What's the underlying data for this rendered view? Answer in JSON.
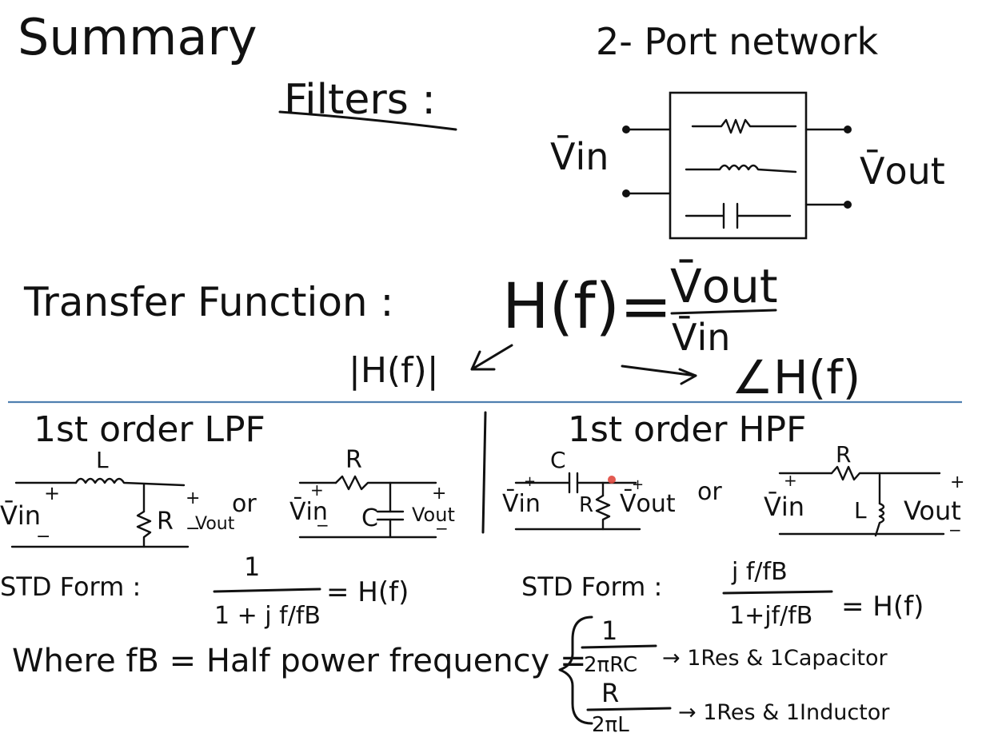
{
  "top": {
    "summary": "Summary",
    "filters": "Filters :",
    "two_port_title": "2- Port network",
    "v_in": "V̄in",
    "v_out": "V̄out"
  },
  "transfer": {
    "label": "Transfer Function :",
    "h": "H(f)=",
    "numerator": "V̄out",
    "denominator": "V̄in",
    "magnitude": "|H(f)|",
    "phase": "∠H(f)"
  },
  "lpf": {
    "title": "1st order LPF",
    "rl": {
      "L": "L",
      "R": "R",
      "plus1": "+",
      "plus2": "+",
      "minus1": "−",
      "minus2": "−",
      "vin": "V̄in",
      "vout": "Vout"
    },
    "or": "or",
    "rc": {
      "R": "R",
      "C": "C",
      "plus1": "+",
      "plus2": "+",
      "minus1": "−",
      "minus2": "−",
      "vin": "V̄in",
      "vout": "Vout"
    },
    "std_label": "STD Form :",
    "std_num": "1",
    "std_den": "1 + j f/fB",
    "std_eq": "= H(f)"
  },
  "hpf": {
    "title": "1st order HPF",
    "rc": {
      "C": "C",
      "R": "R",
      "plus1": "+",
      "plus2": "+",
      "vin": "V̄in",
      "vout": "V̄out"
    },
    "or": "or",
    "rl": {
      "R": "R",
      "L": "L",
      "plus1": "+",
      "plus2": "+",
      "minus": "−",
      "vin": "V̄in",
      "vout": "Vout"
    },
    "std_label": "STD Form :",
    "std_num": "j f/fB",
    "std_den": "1+jf/fB",
    "std_eq": "= H(f)"
  },
  "where": {
    "text": "Where fB = Half power frequency =",
    "case1_num": "1",
    "case1_den": "2πRC",
    "case1_note": "→ 1Res & 1Capacitor",
    "case2_num": "R",
    "case2_den": "2πL",
    "case2_note": "→ 1Res & 1Inductor"
  },
  "colors": {
    "ink": "#111111",
    "divider": "#4f7fb0",
    "pointer": "#e0483e"
  }
}
